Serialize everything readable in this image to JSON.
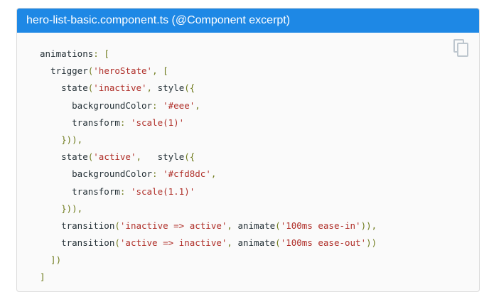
{
  "panel": {
    "title": "hero-list-basic.component.ts (@Component excerpt)",
    "header_color": "#1e88e5",
    "copy_icon": "copy-icon"
  },
  "code": {
    "lines": [
      [
        {
          "t": "pln",
          "v": "animations"
        },
        {
          "t": "pun",
          "v": ": ["
        }
      ],
      [
        {
          "t": "pln",
          "v": "  trigger"
        },
        {
          "t": "pun",
          "v": "("
        },
        {
          "t": "str",
          "v": "'heroState'"
        },
        {
          "t": "pun",
          "v": ", ["
        }
      ],
      [
        {
          "t": "pln",
          "v": "    state"
        },
        {
          "t": "pun",
          "v": "("
        },
        {
          "t": "str",
          "v": "'inactive'"
        },
        {
          "t": "pun",
          "v": ", "
        },
        {
          "t": "pln",
          "v": "style"
        },
        {
          "t": "pun",
          "v": "({"
        }
      ],
      [
        {
          "t": "pln",
          "v": "      backgroundColor"
        },
        {
          "t": "pun",
          "v": ": "
        },
        {
          "t": "str",
          "v": "'#eee'"
        },
        {
          "t": "pun",
          "v": ","
        }
      ],
      [
        {
          "t": "pln",
          "v": "      transform"
        },
        {
          "t": "pun",
          "v": ": "
        },
        {
          "t": "str",
          "v": "'scale(1)'"
        }
      ],
      [
        {
          "t": "pun",
          "v": "    })),"
        }
      ],
      [
        {
          "t": "pln",
          "v": "    state"
        },
        {
          "t": "pun",
          "v": "("
        },
        {
          "t": "str",
          "v": "'active'"
        },
        {
          "t": "pun",
          "v": ",   "
        },
        {
          "t": "pln",
          "v": "style"
        },
        {
          "t": "pun",
          "v": "({"
        }
      ],
      [
        {
          "t": "pln",
          "v": "      backgroundColor"
        },
        {
          "t": "pun",
          "v": ": "
        },
        {
          "t": "str",
          "v": "'#cfd8dc'"
        },
        {
          "t": "pun",
          "v": ","
        }
      ],
      [
        {
          "t": "pln",
          "v": "      transform"
        },
        {
          "t": "pun",
          "v": ": "
        },
        {
          "t": "str",
          "v": "'scale(1.1)'"
        }
      ],
      [
        {
          "t": "pun",
          "v": "    })),"
        }
      ],
      [
        {
          "t": "pln",
          "v": "    transition"
        },
        {
          "t": "pun",
          "v": "("
        },
        {
          "t": "str",
          "v": "'inactive => active'"
        },
        {
          "t": "pun",
          "v": ", "
        },
        {
          "t": "pln",
          "v": "animate"
        },
        {
          "t": "pun",
          "v": "("
        },
        {
          "t": "str",
          "v": "'100ms ease-in'"
        },
        {
          "t": "pun",
          "v": ")),"
        }
      ],
      [
        {
          "t": "pln",
          "v": "    transition"
        },
        {
          "t": "pun",
          "v": "("
        },
        {
          "t": "str",
          "v": "'active => inactive'"
        },
        {
          "t": "pun",
          "v": ", "
        },
        {
          "t": "pln",
          "v": "animate"
        },
        {
          "t": "pun",
          "v": "("
        },
        {
          "t": "str",
          "v": "'100ms ease-out'"
        },
        {
          "t": "pun",
          "v": "))"
        }
      ],
      [
        {
          "t": "pun",
          "v": "  ])"
        }
      ],
      [
        {
          "t": "pun",
          "v": "]"
        }
      ]
    ]
  }
}
